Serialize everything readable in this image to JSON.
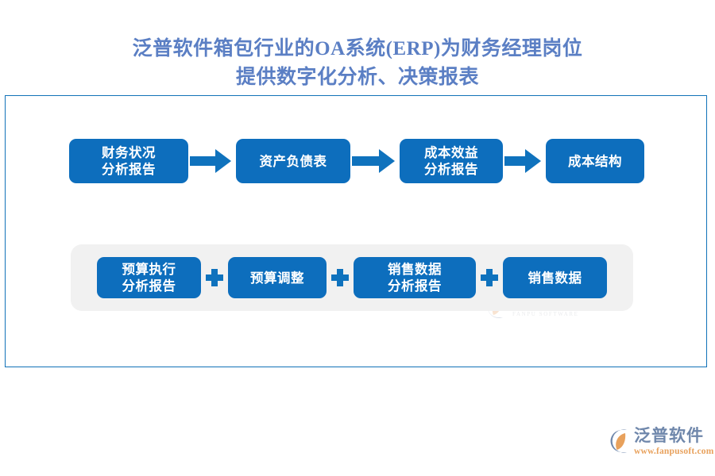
{
  "page": {
    "title_lines": [
      "泛普软件箱包行业的OA系统(ERP)为财务经理岗位",
      "提供数字化分析、决策报表"
    ],
    "title_color": "#5b7fc4",
    "frame_border_color": "#1172b8",
    "node_color": "#0d6ebd",
    "arrow_color": "#0f72bd",
    "group_bg_color": "#f1f1f1"
  },
  "flow_row": {
    "nodes": [
      {
        "label": "财务状况\n分析报告"
      },
      {
        "label": "资产负债表"
      },
      {
        "label": "成本效益\n分析报告"
      },
      {
        "label": "成本结构"
      }
    ],
    "connector": "arrow-right-icon"
  },
  "sum_row": {
    "nodes": [
      {
        "label": "预算执行\n分析报告"
      },
      {
        "label": "预算调整"
      },
      {
        "label": "销售数据\n分析报告"
      },
      {
        "label": "销售数据"
      }
    ],
    "separator": "plus-icon"
  },
  "watermark": {
    "icon": "fanpu-logo-icon",
    "company_cn": "泛普软件",
    "company_en": "FANPU SOFTWARE"
  },
  "brand_logo": {
    "icon": "fanpu-logo-icon",
    "company_cn": "泛普软件",
    "website": "www.fanpusoft.com",
    "cn_color": "#6f87ab",
    "url_color": "#e8a15c"
  }
}
